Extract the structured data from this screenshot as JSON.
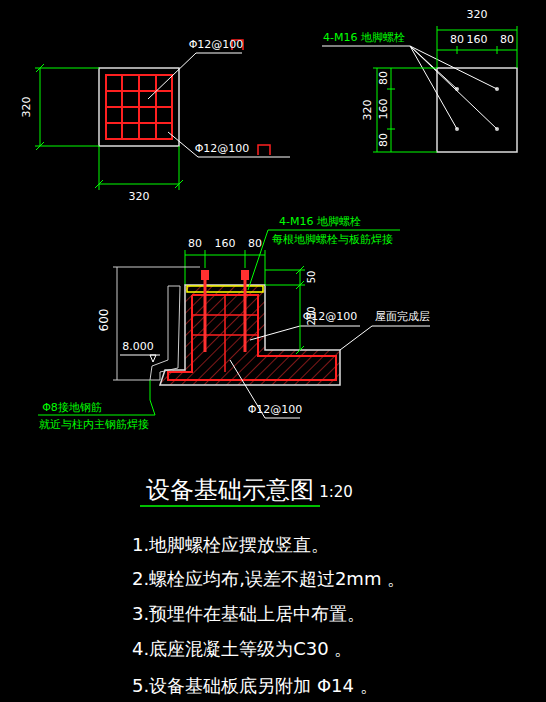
{
  "diagram": {
    "title": "设备基础示意图",
    "labels": [
      "320",
      "80",
      "160",
      "80",
      "4-M16 地脚螺栓",
      "Φ12@100",
      "Φ12@100",
      "320",
      "320",
      "320",
      "80",
      "160",
      "80",
      "4-M16 地脚螺栓",
      "每根地脚螺栓与板筋焊接",
      "80",
      "160",
      "80",
      "600",
      "50",
      "200",
      "Φ12@100",
      "屋面完成层",
      "8.000",
      "Φ8接地钢筋",
      "就近与柱内主钢筋焊接",
      "Φ12@100",
      "1:20",
      "1.地脚螺栓应摆放竖直。",
      "2.螺栓应均布,误差不超过2mm 。",
      "3.预埋件在基础上居中布置。",
      "4.底座混凝土等级为C30 。",
      "5.设备基础板底另附加 Φ14 。"
    ]
  }
}
